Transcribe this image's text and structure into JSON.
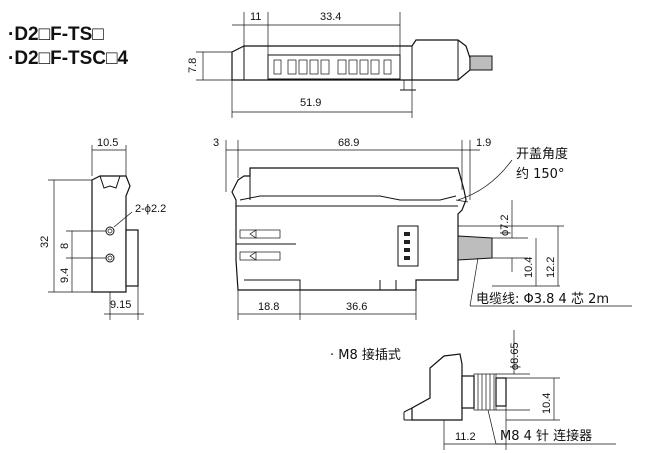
{
  "models": [
    "·D2□F-TS□",
    "·D2□F-TSC□4"
  ],
  "top_view": {
    "dims": [
      "11",
      "33.4",
      "7.8",
      "51.9"
    ]
  },
  "front_view": {
    "dims": [
      "3",
      "68.9",
      "1.9",
      "18.8",
      "36.6",
      "ϕ7.2",
      "10.4",
      "12.2"
    ],
    "cover_angle": [
      "开盖角度",
      "约 150°"
    ],
    "cable_label": "电缆线: Φ3.8 4 芯  2m"
  },
  "side_view": {
    "dims": [
      "10.5",
      "2-ϕ2.2",
      "32",
      "8",
      "9.4",
      "9.15"
    ]
  },
  "m8_view": {
    "heading": "· M8 接插式",
    "dims": [
      "ϕ8.65",
      "10.4",
      "11.2"
    ],
    "connector_label": "M8 4 针  连接器"
  }
}
